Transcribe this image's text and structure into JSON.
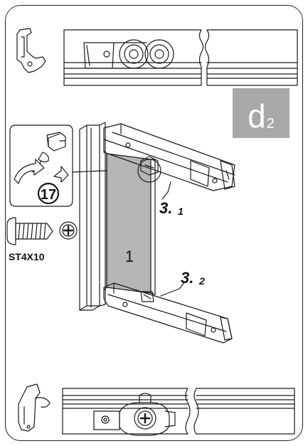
{
  "badge": {
    "main": "d",
    "sub": "2"
  },
  "labels": {
    "step": "17",
    "screw": "ST4X10",
    "panel": "1",
    "part_top_main": "3.",
    "part_top_sub": "1",
    "part_bottom_main": "3.",
    "part_bottom_sub": "2"
  },
  "colors": {
    "line": "#1a1a1a",
    "panel": "#b5b5b5",
    "badge": "#a8a8a8"
  }
}
